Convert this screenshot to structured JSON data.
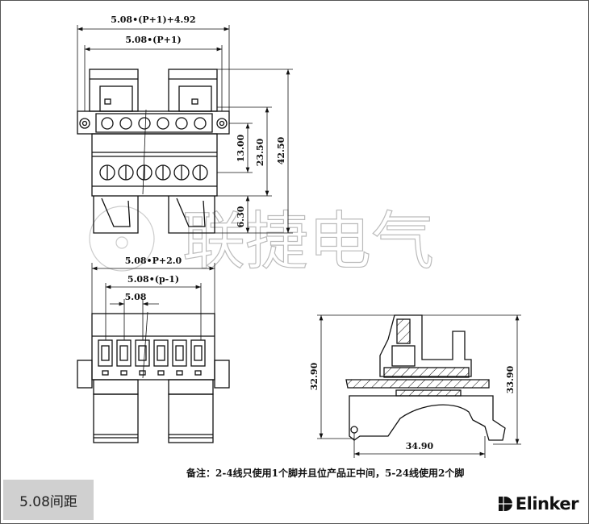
{
  "watermark": "联捷电气",
  "top_view": {
    "dim_overall": "5.08•(P+1)+4.92",
    "dim_pitch_total": "5.08•(P+1)",
    "dim_13": "13.00",
    "dim_23": "23.50",
    "dim_42": "42.50",
    "dim_6": "6.30"
  },
  "front_view": {
    "dim_overall": "5.08•P+2.0",
    "dim_pitch_total": "5.08•(p-1)",
    "dim_pitch": "5.08"
  },
  "side_view": {
    "dim_height_left": "32.90",
    "dim_height_right": "33.90",
    "dim_width": "34.90"
  },
  "note": "备注：2-4线只使用1个脚并且位产品正中间，5-24线使用2个脚",
  "pitch_label": "5.08间距",
  "logo": "Elinker"
}
